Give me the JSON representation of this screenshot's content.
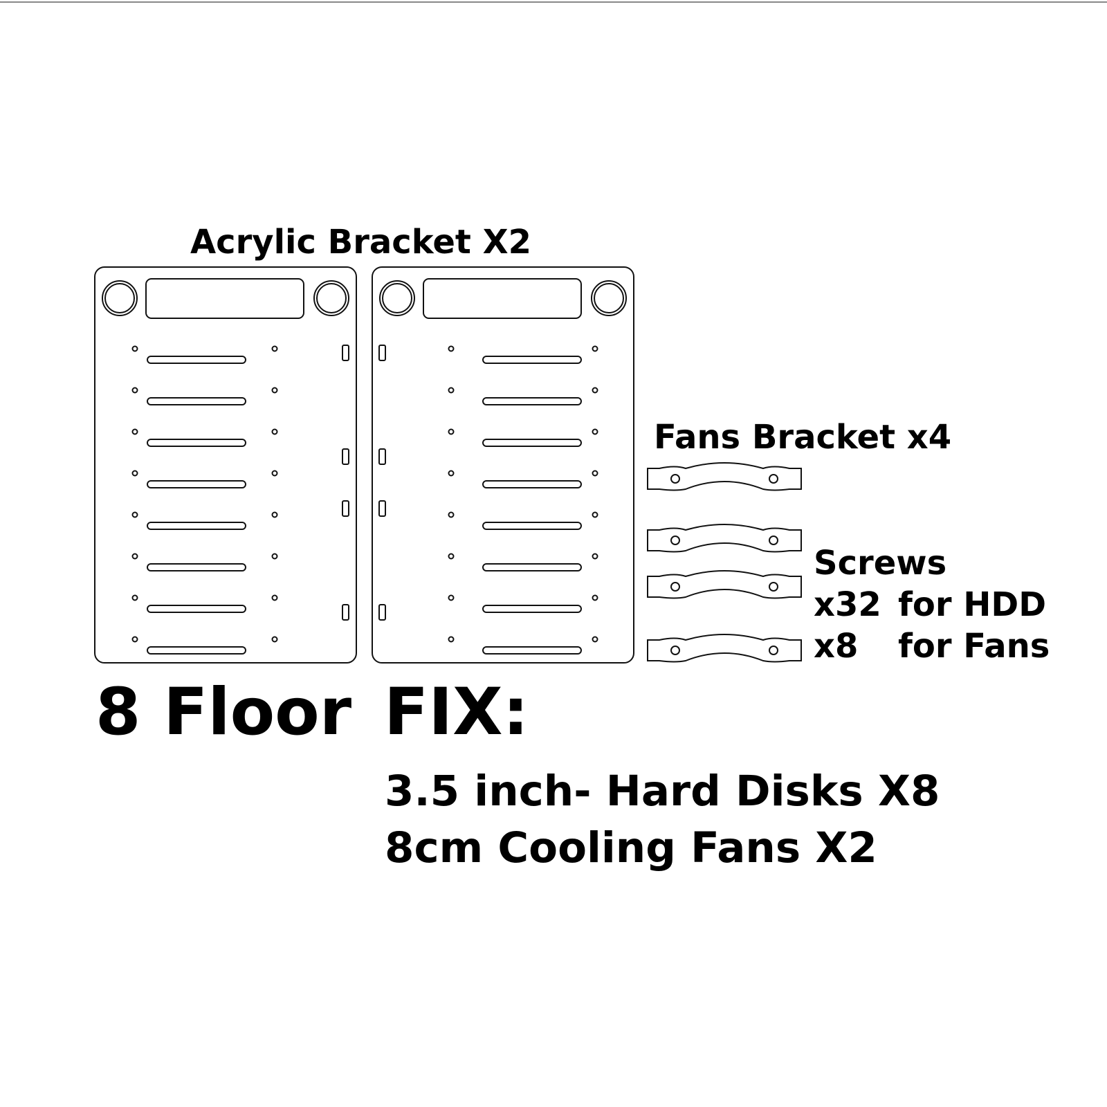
{
  "labels": {
    "acrylic_bracket": "Acrylic Bracket X2",
    "fans_bracket": "Fans Bracket x4",
    "screws_title": "Screws",
    "screws_hdd_qty": "x32",
    "screws_hdd_for": "for HDD",
    "screws_fans_qty": "x8",
    "screws_fans_for": "for Fans"
  },
  "headline": {
    "floor": "8 Floor",
    "fix": "FIX:"
  },
  "capacity": {
    "line1": "3.5 inch- Hard Disks  X8",
    "line2": "8cm Cooling Fans  X2"
  },
  "parts": {
    "acrylic_bracket_count": 2,
    "acrylic_bracket_slots_per_plate": 8,
    "fans_bracket_count": 4
  }
}
